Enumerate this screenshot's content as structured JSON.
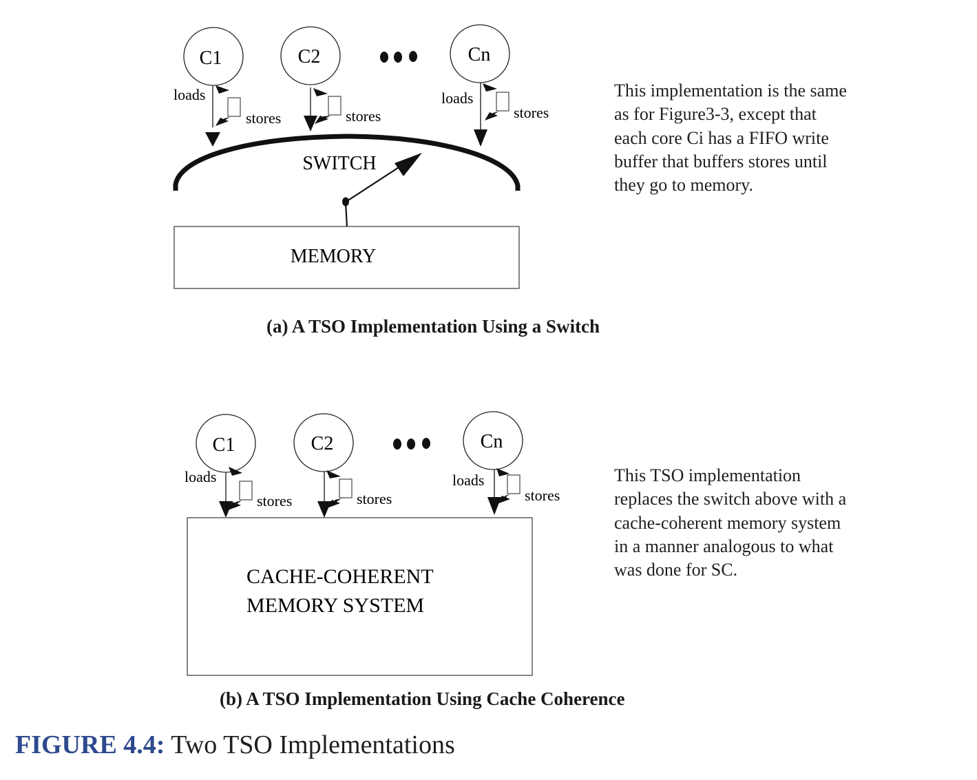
{
  "panel_a": {
    "cores": [
      {
        "label": "C1",
        "loads_label": "loads",
        "stores_label": "stores"
      },
      {
        "label": "C2",
        "loads_label": "",
        "stores_label": "stores"
      },
      {
        "label": "Cn",
        "loads_label": "loads",
        "stores_label": "stores"
      }
    ],
    "ellipsis": "•••",
    "switch_label": "SWITCH",
    "memory_label": "MEMORY",
    "caption": "(a) A TSO Implementation Using a Switch",
    "description": "This implementation is the same\nas for Figure3-3, except that\neach core Ci has a FIFO write\nbuffer that buffers stores until\nthey go to memory."
  },
  "panel_b": {
    "cores": [
      {
        "label": "C1",
        "loads_label": "loads",
        "stores_label": "stores"
      },
      {
        "label": "C2",
        "loads_label": "",
        "stores_label": "stores"
      },
      {
        "label": "Cn",
        "loads_label": "loads",
        "stores_label": "stores"
      }
    ],
    "ellipsis": "•••",
    "memory_label_line1": "CACHE-COHERENT",
    "memory_label_line2": "MEMORY SYSTEM",
    "caption": "(b) A TSO Implementation Using Cache Coherence",
    "description": "This TSO implementation\nreplaces the switch above with a\ncache-coherent memory system\nin a manner analogous to what\nwas done for SC."
  },
  "figure": {
    "number": "FIGURE 4.4:",
    "title": " Two TSO Implementations",
    "number_color": "#2e4a8e"
  }
}
